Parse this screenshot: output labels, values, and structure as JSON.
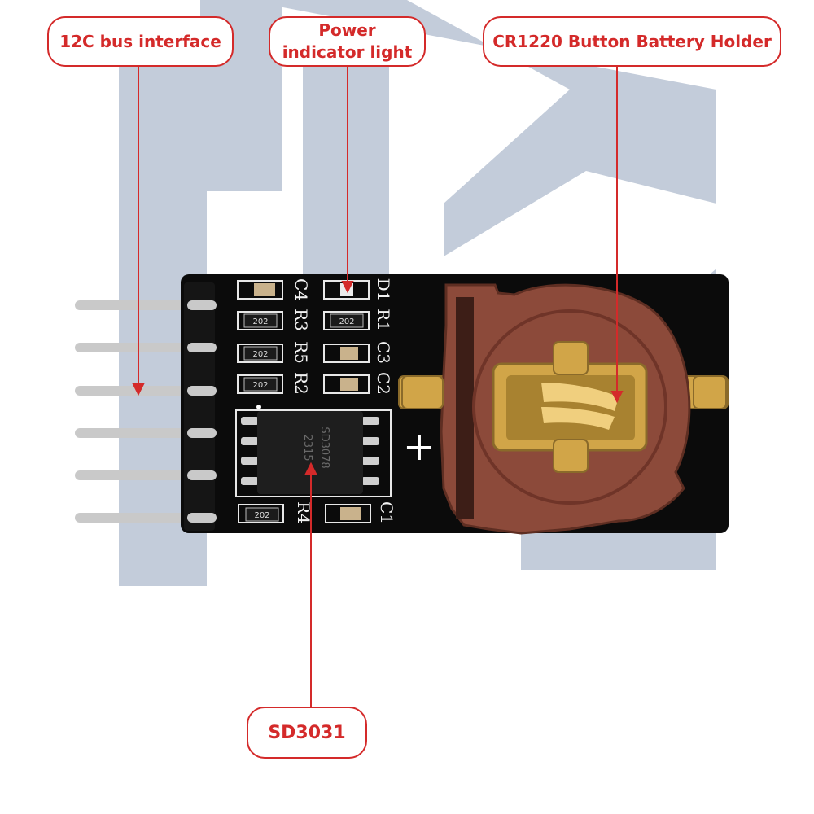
{
  "callouts": {
    "i2c_interface": "12C bus interface",
    "power_indicator_line1": "Power",
    "power_indicator_line2": "indicator light",
    "battery_holder": "CR1220 Button Battery Holder",
    "rtc_chip": "SD3031"
  },
  "board": {
    "chip_marking_line1": "SD3078",
    "chip_marking_line2": "2315",
    "resistor_code": "202",
    "silkscreen": [
      "C4",
      "R3",
      "R5",
      "R2",
      "D1",
      "R1",
      "C3",
      "C2",
      "R4",
      "C1"
    ],
    "battery_polarity": "+"
  },
  "colors": {
    "accent": "#d42a2a",
    "pcb": "#0b0b0b",
    "watermark": "#c3ccda",
    "holder": "#8c4a3a",
    "contact": "#d1a548",
    "pin": "#c9c9c9"
  }
}
